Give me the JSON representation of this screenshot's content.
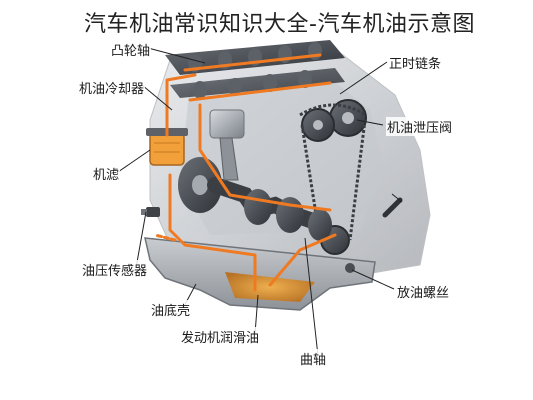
{
  "title": "汽车机油常识知识大全-汽车机油示意图",
  "labels": {
    "camshaft": "凸轮轴",
    "oil_cooler": "机油冷却器",
    "oil_filter": "机滤",
    "oil_pressure_sensor": "油压传感器",
    "oil_pan": "油底壳",
    "engine_lubrication": "发动机润滑油",
    "crankshaft": "曲轴",
    "timing_chain": "正时链条",
    "oil_pressure_valve": "机油泄压阀",
    "drain_plug": "放油螺丝"
  },
  "colors": {
    "oil_flow": "#f07a22",
    "engine_metal": "#9a9fa6",
    "filter_body": "#f2a03a",
    "pan_oil": "#d78a2a"
  }
}
